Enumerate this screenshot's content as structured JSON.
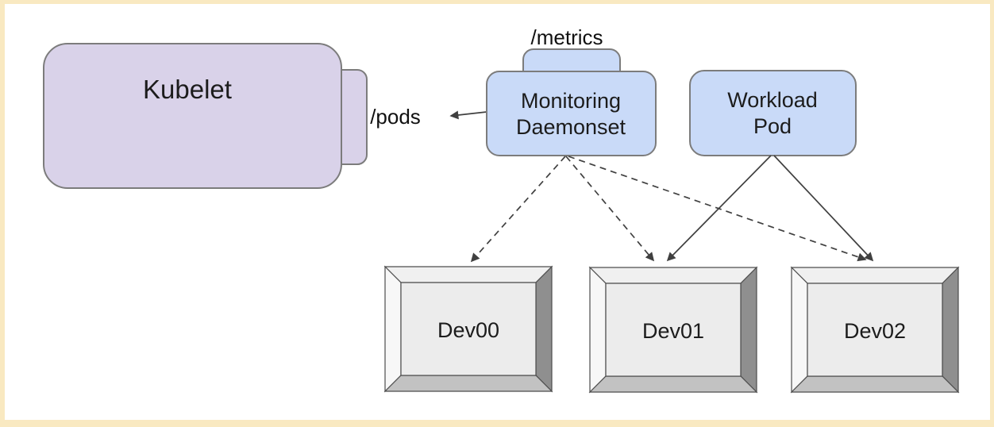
{
  "colors": {
    "frame_border": "#f9e9c1",
    "canvas": "#ffffff",
    "kubelet_fill": "#d9d2e9",
    "pod_fill": "#c9daf8",
    "shape_stroke": "#7c7c7c",
    "edge_line": "#404040",
    "device_face": "#ececec",
    "device_bevel_top": "#f0f0f0",
    "device_bevel_left": "#f7f7f7",
    "device_bevel_right": "#8f8f8f",
    "device_bevel_bottom": "#c2c2c2"
  },
  "nodes": {
    "kubelet": {
      "label": "Kubelet"
    },
    "monitoring_daemonset": {
      "line1": "Monitoring",
      "line2": "Daemonset"
    },
    "workload_pod": {
      "line1": "Workload",
      "line2": "Pod"
    },
    "devices": [
      {
        "label": "Dev00"
      },
      {
        "label": "Dev01"
      },
      {
        "label": "Dev02"
      }
    ]
  },
  "endpoints": {
    "pods_label": "/pods",
    "metrics_label": "/metrics"
  },
  "edges": [
    {
      "from": "monitoring-daemonset",
      "to": "kubelet-pods-endpoint",
      "style": "solid-arrow"
    },
    {
      "from": "monitoring-daemonset",
      "to": "dev00",
      "style": "dashed-arrow"
    },
    {
      "from": "monitoring-daemonset",
      "to": "dev01",
      "style": "dashed-arrow"
    },
    {
      "from": "monitoring-daemonset",
      "to": "dev02",
      "style": "dashed-arrow"
    },
    {
      "from": "workload-pod",
      "to": "dev01",
      "style": "solid-arrow"
    },
    {
      "from": "workload-pod",
      "to": "dev02",
      "style": "solid-arrow"
    }
  ]
}
